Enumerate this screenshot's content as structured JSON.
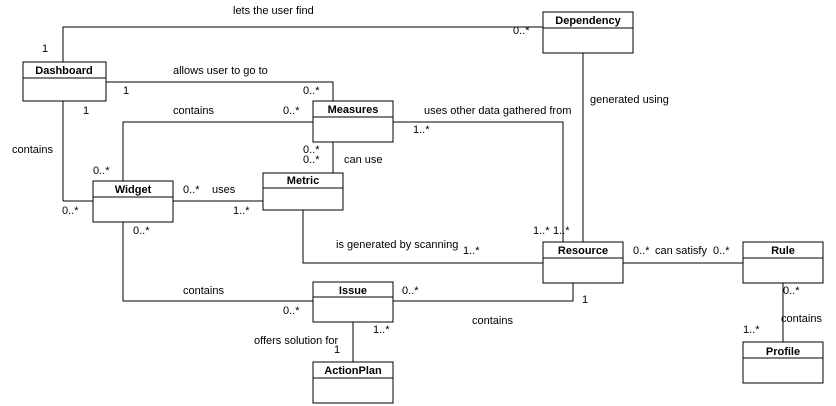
{
  "classes": {
    "dashboard": "Dashboard",
    "dependency": "Dependency",
    "measures": "Measures",
    "widget": "Widget",
    "metric": "Metric",
    "resource": "Resource",
    "rule": "Rule",
    "issue": "Issue",
    "profile": "Profile",
    "actionplan": "ActionPlan"
  },
  "associations": {
    "lets_user_find": "lets the user find",
    "allows_go_to": "allows user to go to",
    "contains_dm": "contains",
    "uses_other_data": "uses other data gathered from",
    "generated_using": "generated using",
    "contains_dw": "contains",
    "can_use": "can use",
    "uses": "uses",
    "generated_by_scanning": "is generated by scanning",
    "can_satisfy": "can satisfy",
    "contains_wi": "contains",
    "contains_ri": "contains",
    "contains_rp": "contains",
    "offers_solution": "offers solution for"
  },
  "multiplicities": {
    "dash_dep_1": "1",
    "dash_dep_0n": "0..*",
    "dash_meas_1": "1",
    "dash_meas_0n": "0..*",
    "dash_1_b": "1",
    "meas_contains_0n": "0..*",
    "meas_res_1n": "1..*",
    "meas_metric_a": "0..*",
    "meas_metric_b": "0..*",
    "widget_top_0n": "0..*",
    "widget_left_0n": "0..*",
    "widget_uses_0n": "0..*",
    "metric_uses_1n": "1..*",
    "widget_bottom_0n": "0..*",
    "res_meas_1n": "1..*",
    "res_top_1n": "1..*",
    "metric_res_1n": "1..*",
    "res_rule_0n": "0..*",
    "rule_res_0n": "0..*",
    "issue_res_0n": "0..*",
    "res_issue_1": "1",
    "issue_widget_0n": "0..*",
    "rule_profile_0n": "0..*",
    "profile_rule_1n": "1..*",
    "issue_ap_1n": "1..*",
    "ap_issue_1": "1"
  }
}
